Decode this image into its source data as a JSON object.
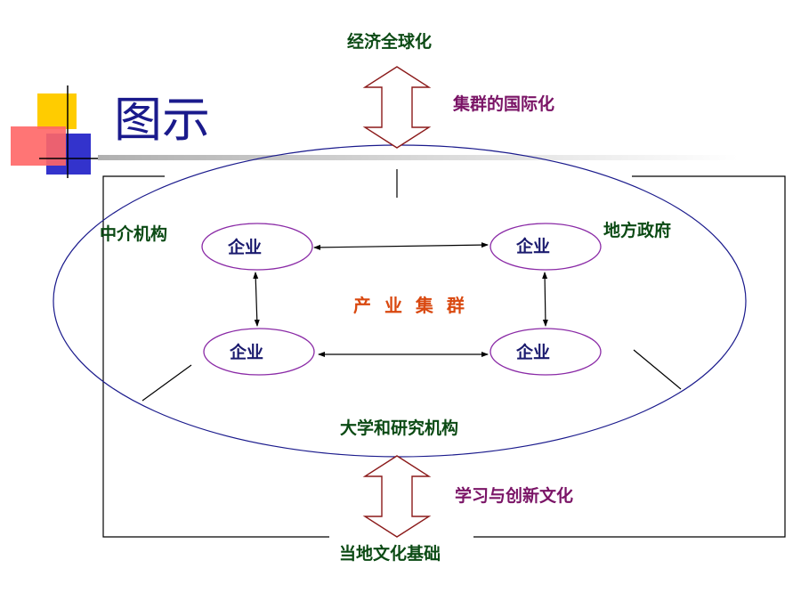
{
  "slide": {
    "title": "图示"
  },
  "diagram": {
    "top_label": "经济全球化",
    "top_arrow_label": "集群的国际化",
    "bottom_arrow_label": "学习与创新文化",
    "bottom_label": "当地文化基础",
    "left_label": "中介机构",
    "right_label": "地方政府",
    "center_label": "产 业 集 群",
    "lower_label": "大学和研究机构",
    "enterprises": [
      "企业",
      "企业",
      "企业",
      "企业"
    ]
  },
  "colors": {
    "ellipse_stroke": "#1a1a8c",
    "node_stroke": "#8a2aa6",
    "arrow_stroke": "#8b1a1a",
    "label_green": "#0b4a14",
    "label_purple": "#7a1466",
    "label_orange": "#d9480f"
  }
}
